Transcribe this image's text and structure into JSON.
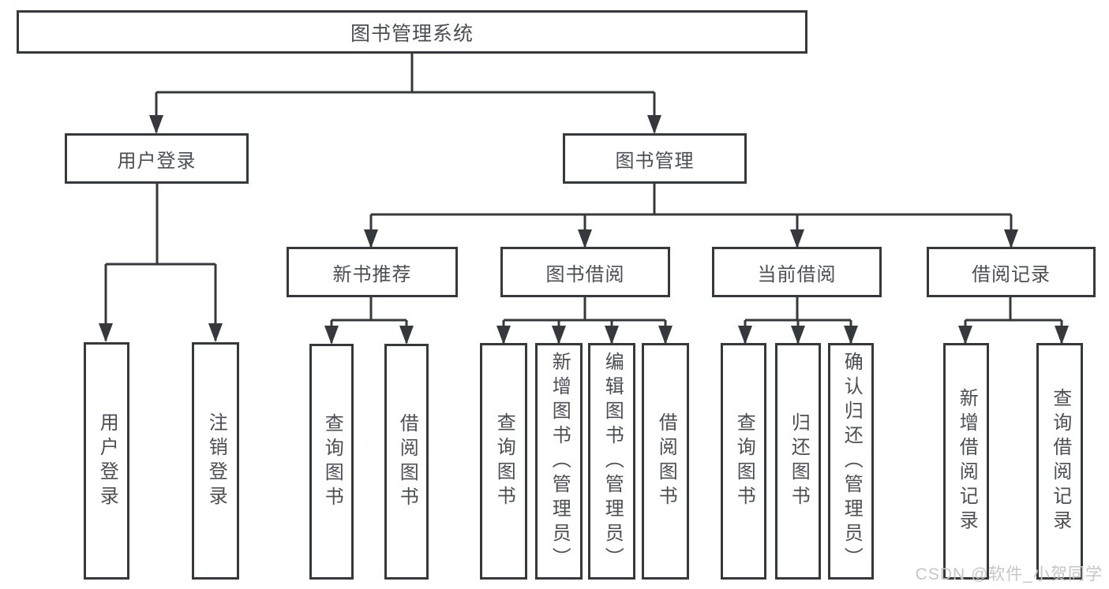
{
  "diagram": {
    "title": "图书管理系统",
    "branches": [
      {
        "label": "用户登录",
        "children": [
          {
            "label": "用户登录"
          },
          {
            "label": "注销登录"
          }
        ]
      },
      {
        "label": "图书管理",
        "children": [
          {
            "label": "新书推荐",
            "children": [
              {
                "label": "查询图书"
              },
              {
                "label": "借阅图书"
              }
            ]
          },
          {
            "label": "图书借阅",
            "children": [
              {
                "label": "查询图书"
              },
              {
                "label": "新增图书（管理员）"
              },
              {
                "label": "编辑图书（管理员）"
              },
              {
                "label": "借阅图书"
              }
            ]
          },
          {
            "label": "当前借阅",
            "children": [
              {
                "label": "查询图书"
              },
              {
                "label": "归还图书"
              },
              {
                "label": "确认归还（管理员）"
              }
            ]
          },
          {
            "label": "借阅记录",
            "children": [
              {
                "label": "新增借阅记录"
              },
              {
                "label": "查询借阅记录"
              }
            ]
          }
        ]
      }
    ]
  },
  "watermark": {
    "text": "CSDN @软件_小贺同学"
  },
  "colors": {
    "line": "#35383c",
    "box_border": "#35383c",
    "text": "#4b4e54",
    "background": "#ffffff",
    "watermark": "#c6c6c6"
  }
}
